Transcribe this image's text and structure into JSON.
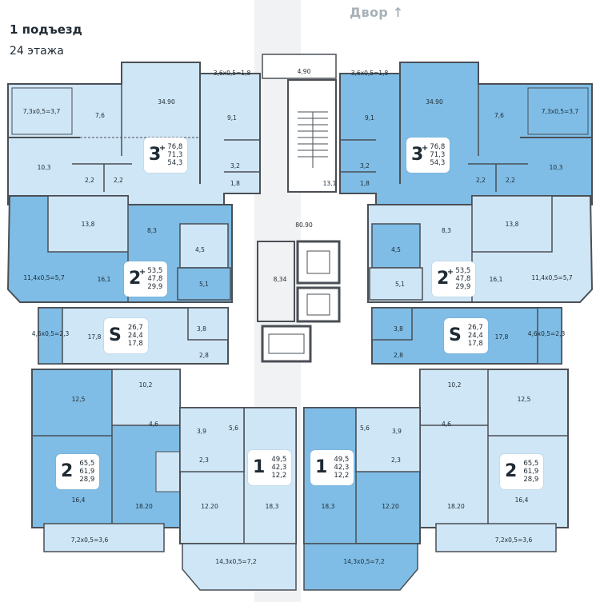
{
  "header": {
    "entrance": "1 подъезд",
    "floors": "24 этажа",
    "yard": "Двор ↑"
  },
  "colors": {
    "light": "#cfe6f6",
    "medium": "#7fbde6",
    "wall": "#4a4f55",
    "corridor": "#ffffff"
  },
  "apartments": {
    "l3": {
      "rooms": "3",
      "sup": "+",
      "a1": "76,8",
      "a2": "71,3",
      "a3": "54,3"
    },
    "r3": {
      "rooms": "3",
      "sup": "+",
      "a1": "76,8",
      "a2": "71,3",
      "a3": "54,3"
    },
    "l2p": {
      "rooms": "2",
      "sup": "+",
      "a1": "53,5",
      "a2": "47,8",
      "a3": "29,9"
    },
    "r2p": {
      "rooms": "2",
      "sup": "+",
      "a1": "53,5",
      "a2": "47,8",
      "a3": "29,9"
    },
    "lS": {
      "rooms": "S",
      "sup": "",
      "a1": "26,7",
      "a2": "24,4",
      "a3": "17,8"
    },
    "rS": {
      "rooms": "S",
      "sup": "",
      "a1": "26,7",
      "a2": "24,4",
      "a3": "17,8"
    },
    "l2": {
      "rooms": "2",
      "sup": "",
      "a1": "65,5",
      "a2": "61,9",
      "a3": "28,9"
    },
    "r2": {
      "rooms": "2",
      "sup": "",
      "a1": "65,5",
      "a2": "61,9",
      "a3": "28,9"
    },
    "l1": {
      "rooms": "1",
      "sup": "",
      "a1": "49,5",
      "a2": "42,3",
      "a3": "12,2"
    },
    "r1": {
      "rooms": "1",
      "sup": "",
      "a1": "49,5",
      "a2": "42,3",
      "a3": "12,2"
    }
  },
  "labels": {
    "balc_l3": "7,3x0,5=3,7",
    "balc_r3": "7,3x0,5=3,7",
    "balc_l3b": "3,6x0,5=1,8",
    "balc_r3b": "3,6x0,5=1,8",
    "top_hall": "4,90",
    "l3_k": "7,6",
    "l3_big": "34.90",
    "l3_9": "9,1",
    "l3_103": "10,3",
    "l3_22a": "2,2",
    "l3_22b": "2,2",
    "l3_32": "3,2",
    "l3_18": "1,8",
    "r3_k": "7,6",
    "r3_big": "34.90",
    "r3_9": "9,1",
    "r3_103": "10,3",
    "r3_22a": "2,2",
    "r3_22b": "2,2",
    "r3_32": "3,2",
    "r3_18": "1,8",
    "stair": "13,1",
    "corridor": "80.90",
    "lift_lobby": "8,34",
    "l2p_138": "13,8",
    "l2p_83": "8,3",
    "l2p_45": "4,5",
    "l2p_161": "16,1",
    "l2p_51": "5,1",
    "l2p_balc": "11,4x0,5=5,7",
    "r2p_138": "13,8",
    "r2p_83": "8,3",
    "r2p_45": "4,5",
    "r2p_161": "16,1",
    "r2p_51": "5,1",
    "r2p_balc": "11,4x0,5=5,7",
    "lS_178": "17,8",
    "lS_38": "3,8",
    "lS_28": "2,8",
    "lS_balc": "4,6x0,5=2,3",
    "rS_178": "17,8",
    "rS_38": "3,8",
    "rS_28": "2,8",
    "rS_balc": "4,6x0,5=2,3",
    "l2_125": "12,5",
    "l2_102": "10,2",
    "l2_46": "4,6",
    "l2_164": "16,4",
    "l2_1820": "18.20",
    "l2_balc": "7,2x0,5=3,6",
    "r2_125": "12,5",
    "r2_102": "10,2",
    "r2_46": "4,6",
    "r2_164": "16,4",
    "r2_1820": "18.20",
    "r2_balc": "7,2x0,5=3,6",
    "l1_39": "3,9",
    "l1_56": "5,6",
    "l1_23": "2,3",
    "l1_1220": "12.20",
    "l1_183": "18,3",
    "l1_balc": "14,3x0,5=7,2",
    "r1_39": "3,9",
    "r1_56": "5,6",
    "r1_23": "2,3",
    "r1_1220": "12.20",
    "r1_183": "18,3",
    "r1_balc": "14,3x0,5=7,2"
  }
}
